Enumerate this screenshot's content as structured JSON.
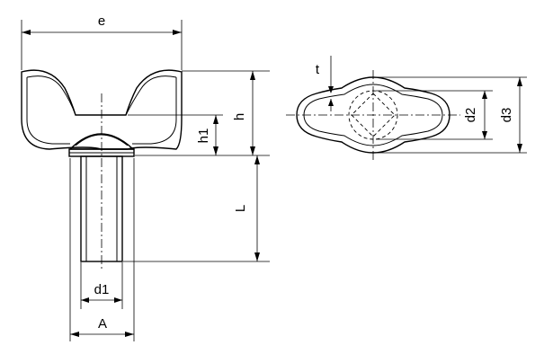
{
  "dimensions": {
    "e": "e",
    "h": "h",
    "h1": "h1",
    "L": "L",
    "d1": "d1",
    "A": "A",
    "t": "t",
    "d2": "d2",
    "d3": "d3"
  }
}
